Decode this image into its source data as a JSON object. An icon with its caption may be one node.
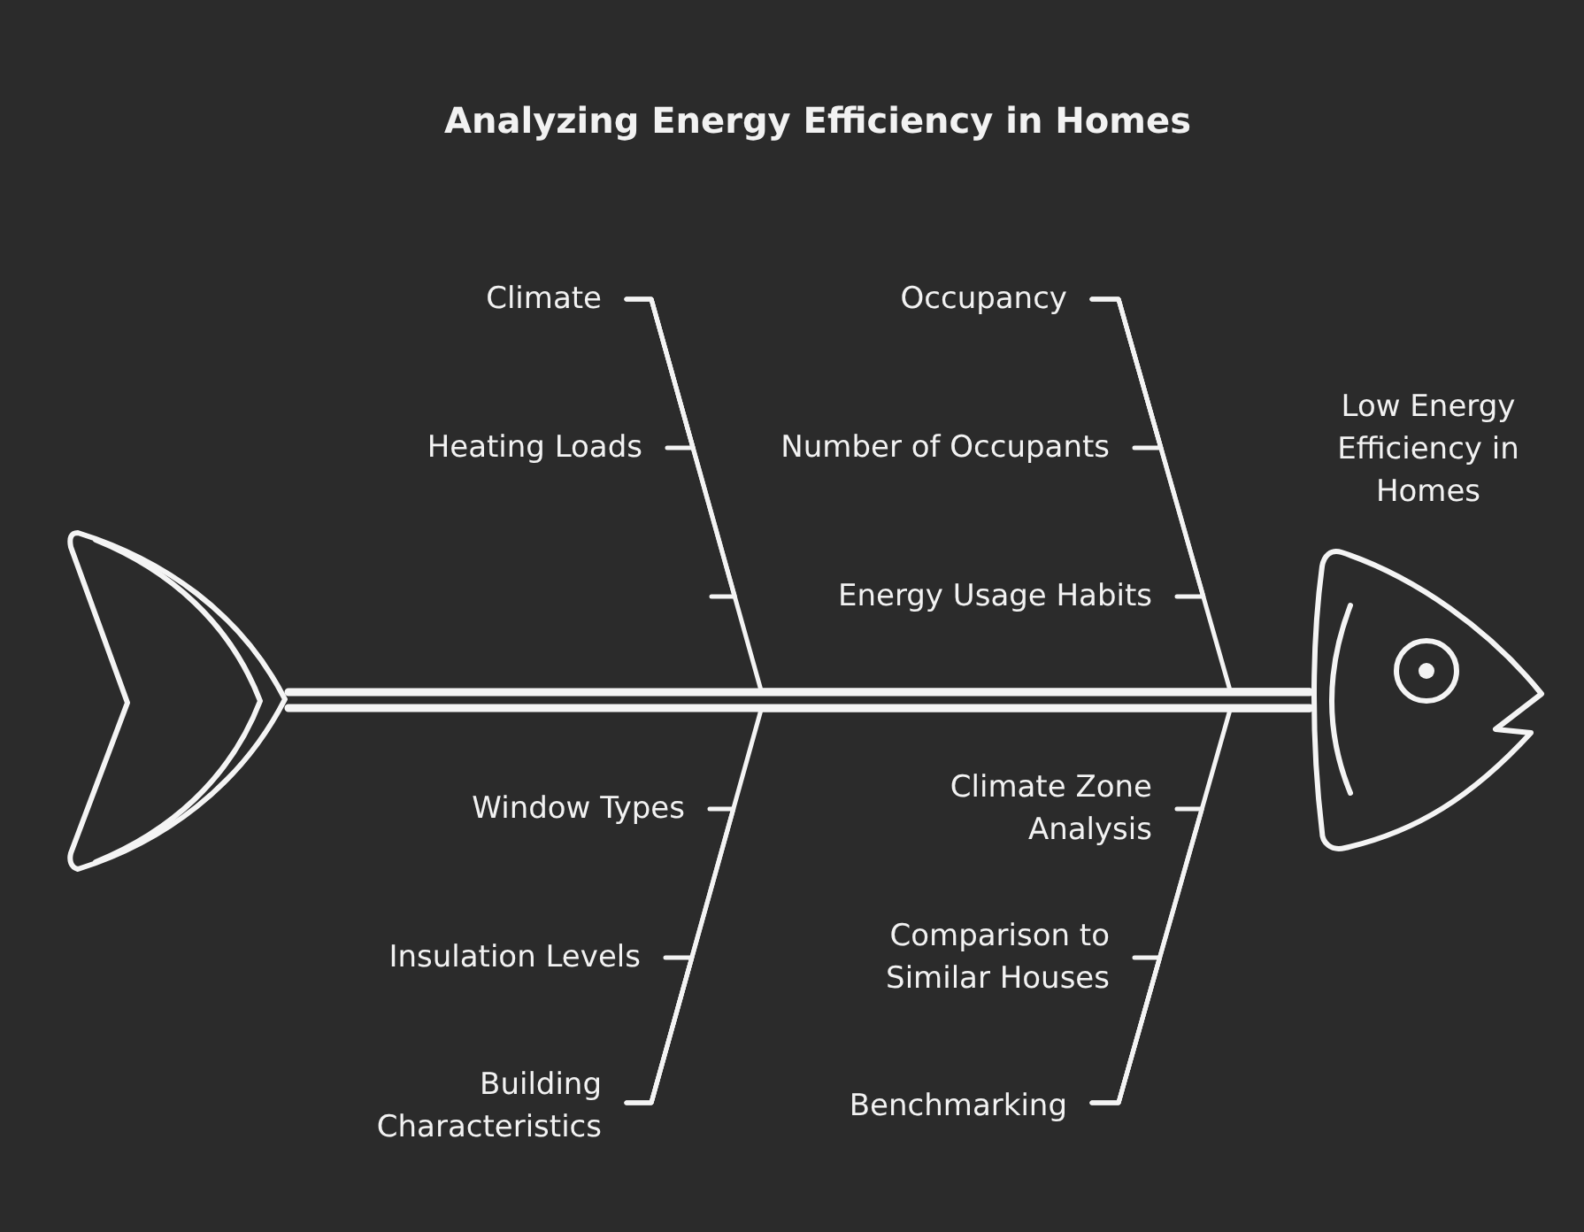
{
  "diagram": {
    "title": "Analyzing Energy Efficiency in Homes",
    "nodes": [
      {
        "text": [
          "Climate"
        ]
      },
      {
        "text": [
          "Heating Loads"
        ]
      },
      {
        "text": [
          "Occupancy"
        ]
      },
      {
        "text": [
          "Number of Occupants"
        ]
      },
      {
        "text": [
          "Energy Usage Habits"
        ]
      },
      {
        "text": [
          "Low Energy Efficiency in Homes"
        ]
      },
      {
        "text": [],
        "shape": "picture"
      },
      {
        "text": [
          "Window Types"
        ]
      },
      {
        "text": [
          "Insulation Levels"
        ]
      },
      {
        "text": [
          "Building Characteristics"
        ]
      },
      {
        "text": [
          "Climate Zone Analysis"
        ]
      },
      {
        "text": [
          "Comparison to Similar Houses"
        ]
      },
      {
        "text": [
          "Benchmarking"
        ]
      }
    ],
    "edges": [
      {
        "from": 1,
        "to": 0,
        "arrow": "none"
      },
      {
        "from": null,
        "to": 0,
        "arrow": "none"
      },
      {
        "from": 3,
        "to": 2,
        "arrow": "none"
      },
      {
        "from": 4,
        "to": 2,
        "arrow": "none"
      },
      {
        "from": 0,
        "to": 5,
        "arrow": "none"
      },
      {
        "from": 2,
        "to": 5,
        "arrow": "none"
      },
      {
        "from": 7,
        "to": 9,
        "arrow": "none"
      },
      {
        "from": 8,
        "to": 9,
        "arrow": "none"
      },
      {
        "from": 9,
        "to": 5,
        "arrow": "none"
      },
      {
        "from": 10,
        "to": 12,
        "arrow": "none"
      },
      {
        "from": 11,
        "to": 12,
        "arrow": "none"
      },
      {
        "from": 12,
        "to": 5,
        "arrow": "none"
      },
      {
        "from": 6,
        "to": 5,
        "arrow": "none",
        "style": "thick"
      }
    ]
  }
}
